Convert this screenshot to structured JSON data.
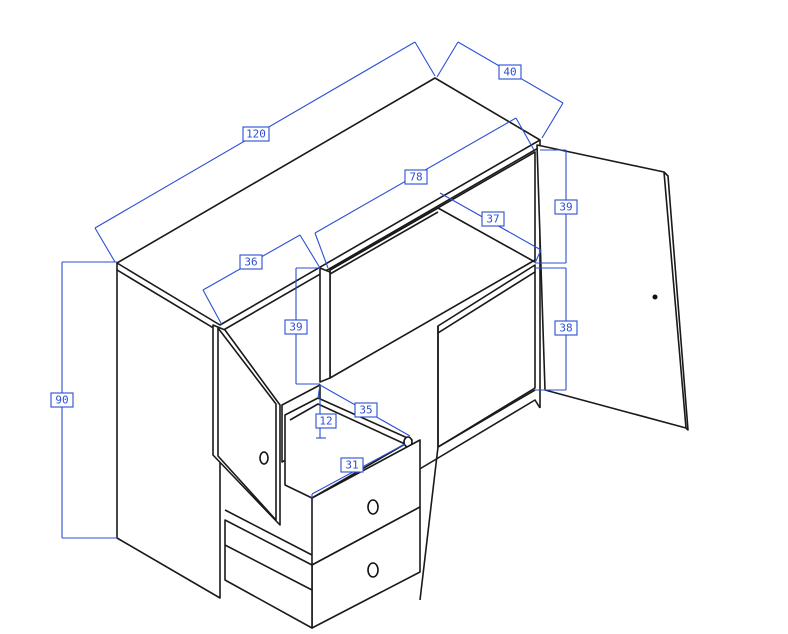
{
  "dimensions": {
    "overall_width": "120",
    "depth": "40",
    "inner_width": "78",
    "shelf_depth": "37",
    "door_upper_height": "39",
    "door_lower_height": "38",
    "height": "90",
    "left_door_width": "36",
    "left_upper_height": "39",
    "drawer_depth": "35",
    "drawer_height": "12",
    "drawer_width": "31"
  },
  "colors": {
    "outline": "#1a1a1a",
    "dimension": "#2b4fd6",
    "background": "#ffffff"
  },
  "icons": [
    "door-knob-icon",
    "drawer-knob-icon"
  ]
}
